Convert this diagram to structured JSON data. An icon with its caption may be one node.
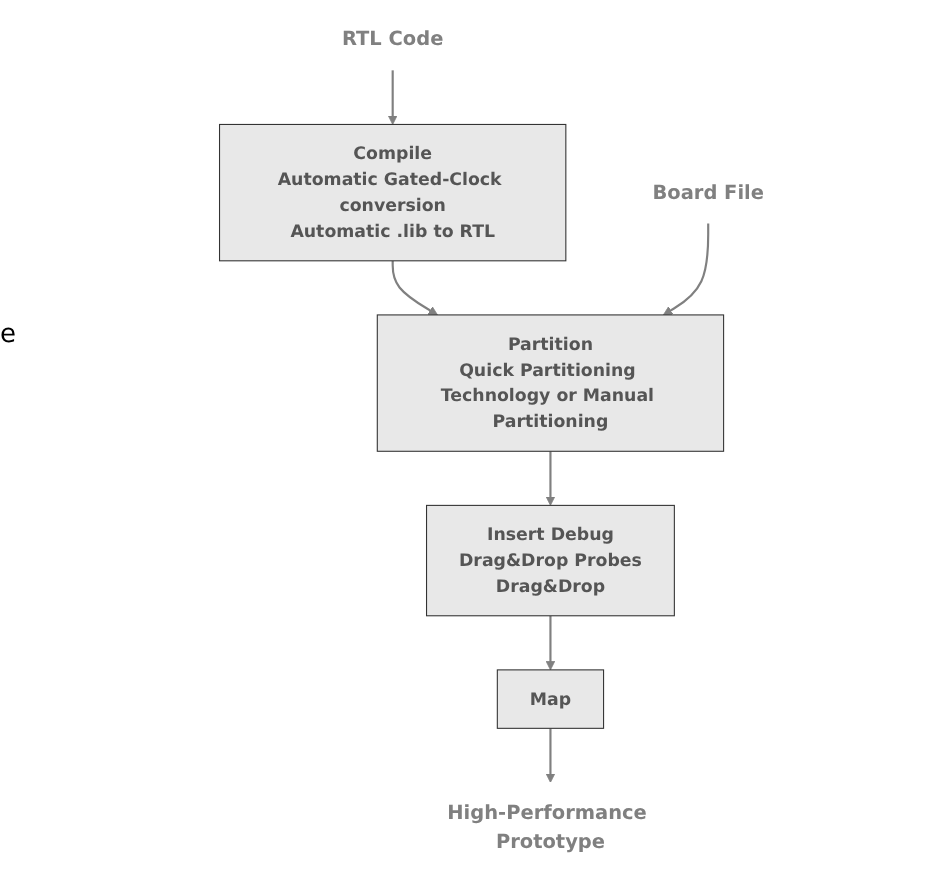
{
  "diagram": {
    "nodes": [
      {
        "text": [
          "RTL Code"
        ]
      },
      {
        "text": [
          "Compile",
          "Automatic Gated-Clock conversion",
          "Automatic .lib to RTL"
        ]
      },
      {
        "text": [
          "Board File"
        ]
      },
      {
        "text": [
          "Partition",
          "Quick Partitioning Technology or Manual Partitioning"
        ]
      },
      {
        "text": [
          "Insert Debug",
          "Drag&Drop Probes",
          "Drag&Drop"
        ]
      },
      {
        "text": [
          "Map"
        ]
      },
      {
        "text": [
          "High-Performance Prototype"
        ]
      }
    ],
    "edges": [
      {
        "from": 0,
        "to": 1,
        "arrow": "to"
      },
      {
        "from": 1,
        "to": 3,
        "arrow": "to"
      },
      {
        "from": 2,
        "to": 3,
        "arrow": "to"
      },
      {
        "from": 3,
        "to": 4,
        "arrow": "to"
      },
      {
        "from": 4,
        "to": 5,
        "arrow": "to"
      },
      {
        "from": 5,
        "to": 6,
        "arrow": "to"
      }
    ],
    "labels": [
      "e"
    ]
  }
}
